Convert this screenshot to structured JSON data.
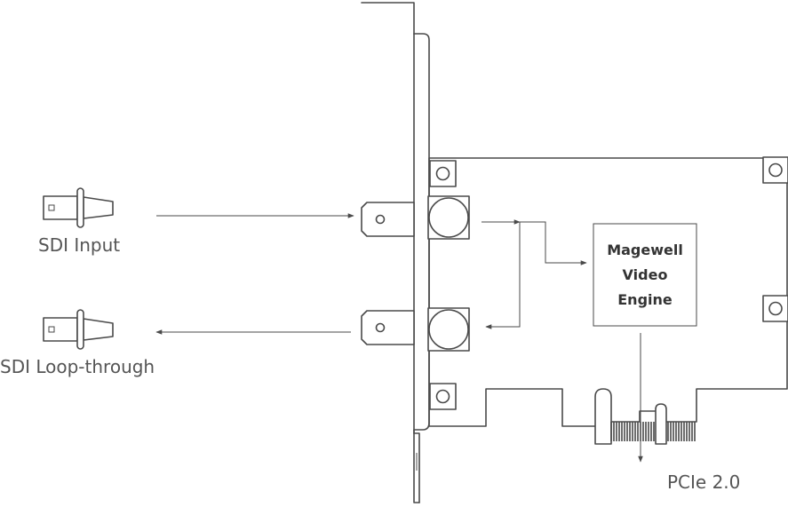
{
  "labels": {
    "sdi_input": "SDI Input",
    "sdi_loop": "SDI Loop-through",
    "pcie": "PCIe 2.0"
  },
  "engine": {
    "line1": "Magewell",
    "line2": "Video",
    "line3": "Engine"
  },
  "colors": {
    "stroke": "#4a4a4a",
    "label": "#555555",
    "engine_text": "#333333",
    "background": "#ffffff"
  }
}
